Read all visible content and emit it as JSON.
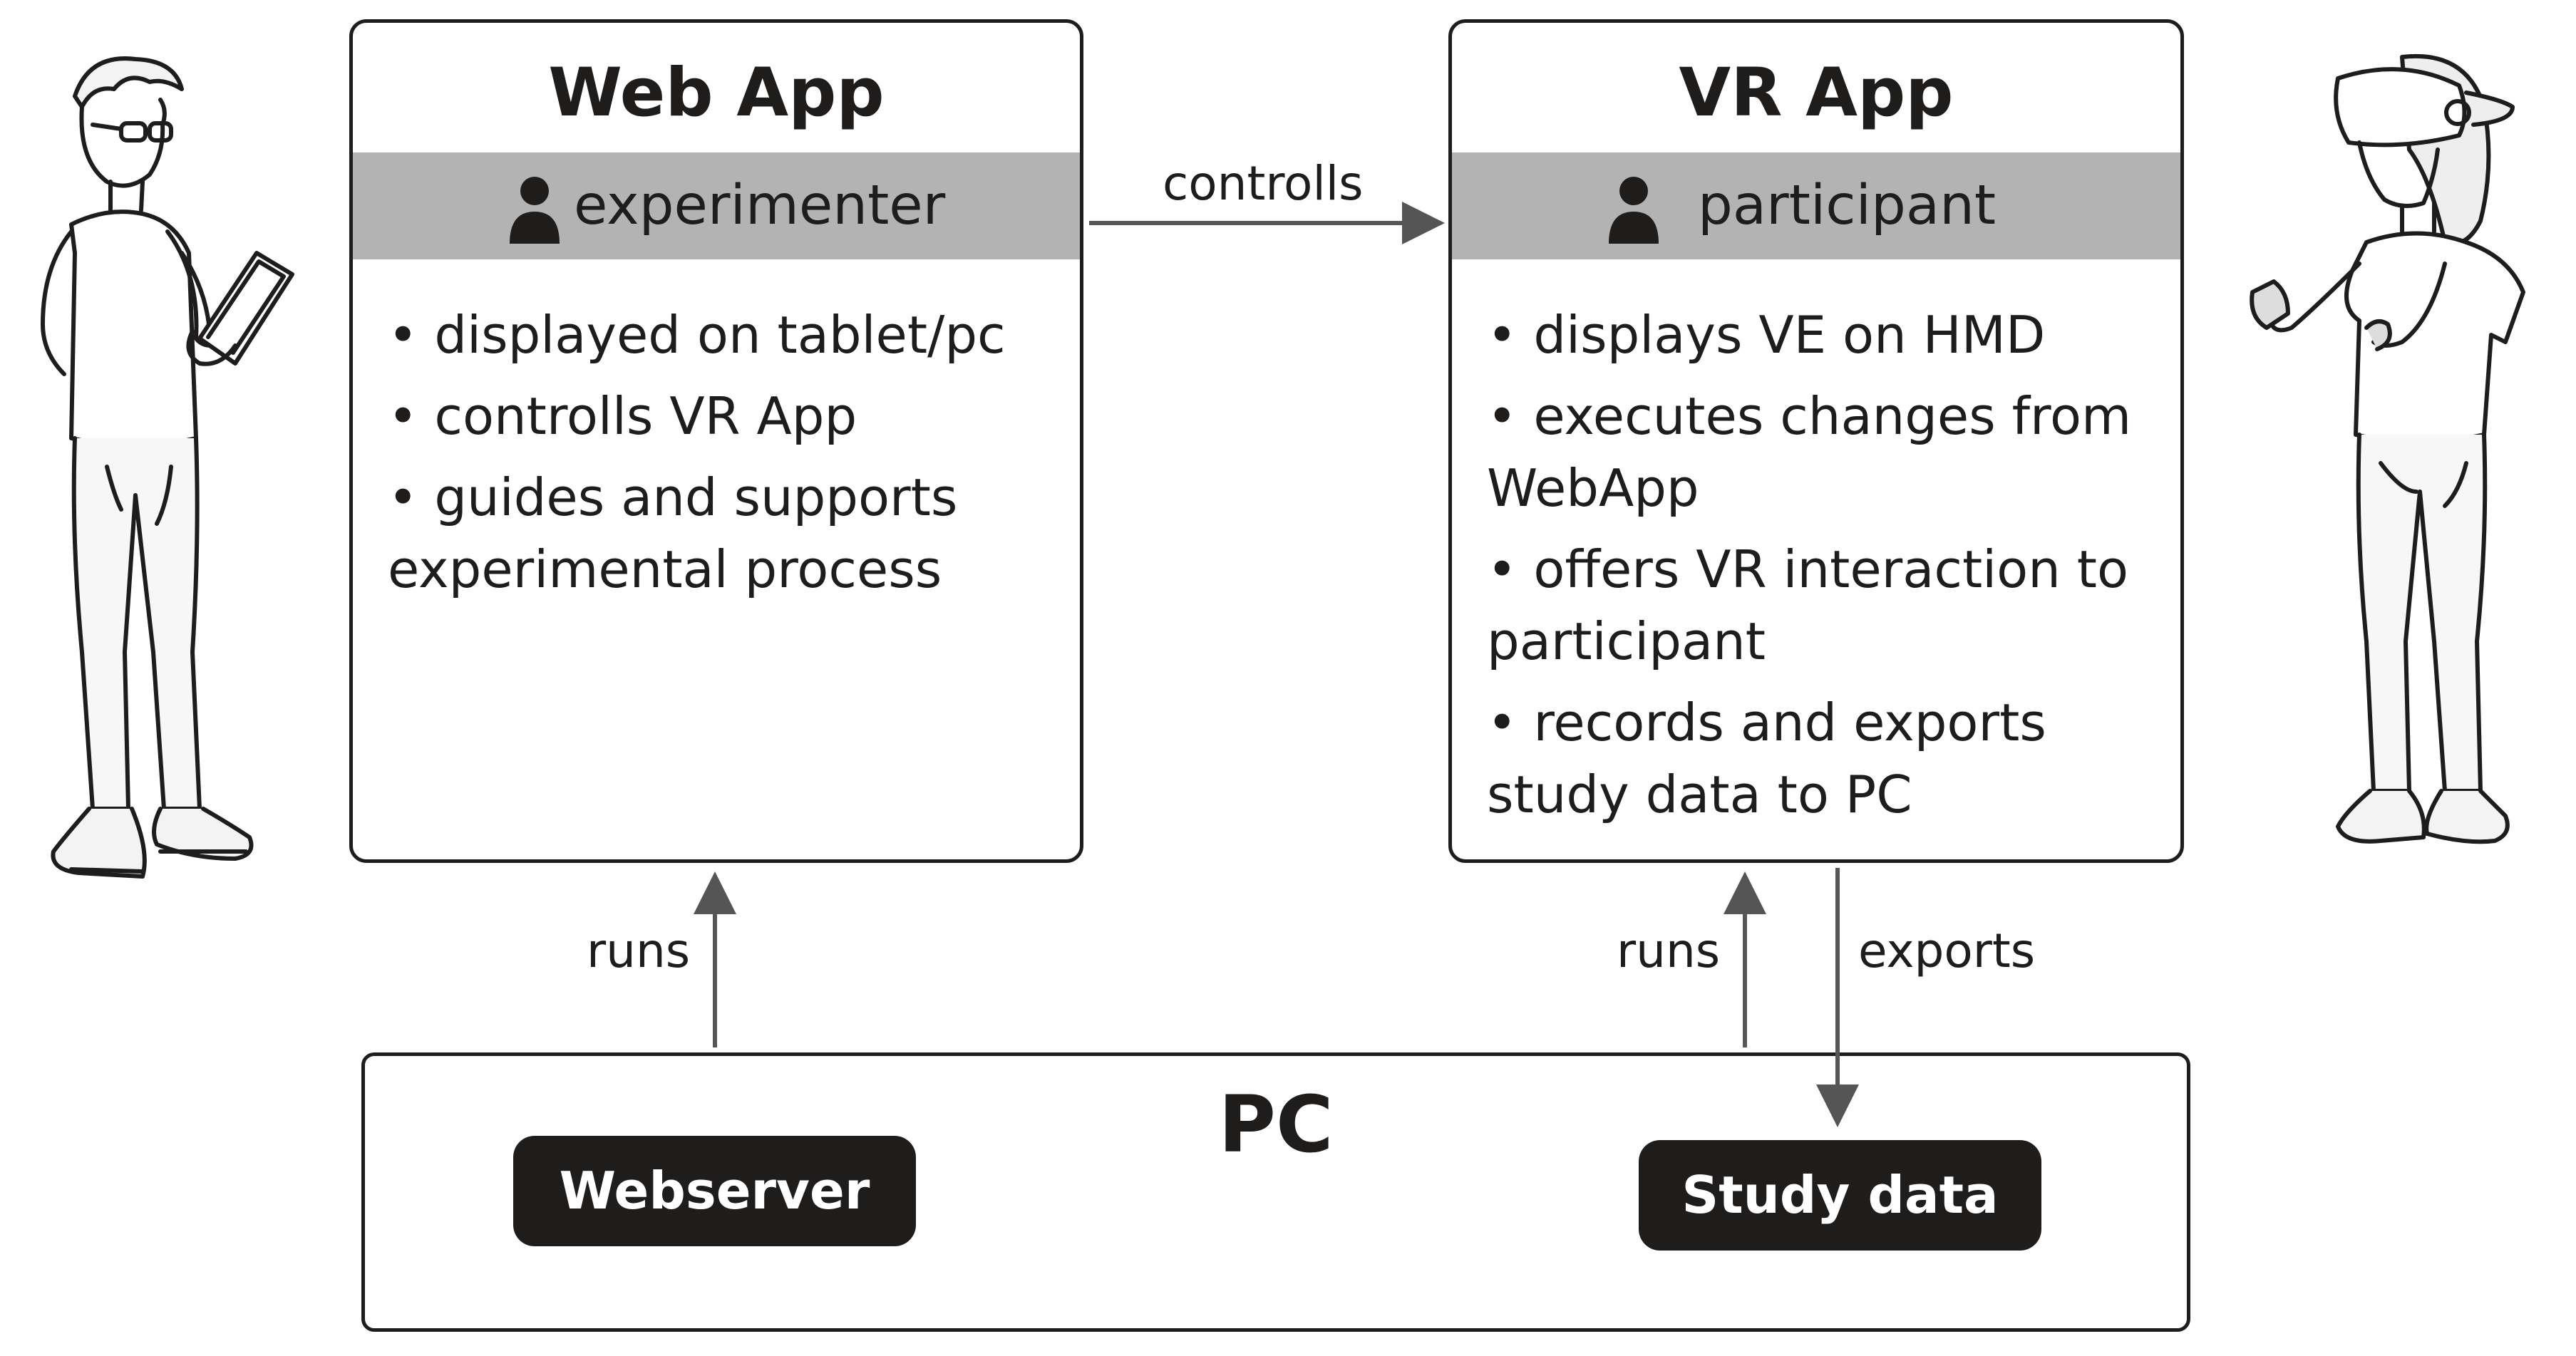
{
  "web_app": {
    "title": "Web App",
    "role": "experimenter",
    "bullets": [
      "• displayed on tablet/pc",
      "• controlls VR App",
      "• guides and supports experimental process"
    ]
  },
  "vr_app": {
    "title": "VR App",
    "role": "participant",
    "bullets": [
      "• displays VE on HMD",
      "• executes changes from WebApp",
      "• offers VR interaction to participant",
      "• records and exports study data to PC"
    ]
  },
  "pc": {
    "title": "PC",
    "webserver": "Webserver",
    "study_data": "Study data"
  },
  "edges": {
    "controls": "controlls",
    "runs_web": "runs",
    "runs_vr": "runs",
    "exports": "exports"
  },
  "icons": {
    "role_icon": "person-icon",
    "left_figure": "experimenter-with-tablet-illustration",
    "right_figure": "participant-with-vr-headset-illustration"
  },
  "colors": {
    "ink": "#1f1c1c",
    "band": "#b3b3b3",
    "arrow": "#555555"
  }
}
